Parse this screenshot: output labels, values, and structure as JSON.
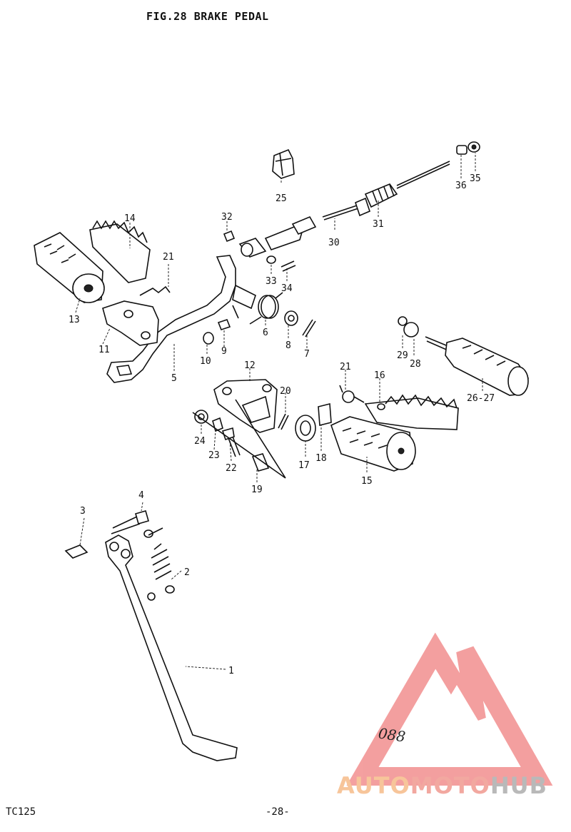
{
  "header": {
    "title": "FIG.28  BRAKE PEDAL"
  },
  "footer": {
    "model": "TC125",
    "page": "-28-"
  },
  "note": {
    "handwritten": "088"
  },
  "watermark": {
    "brand_part1": "AUTO",
    "brand_part2": "MOTO",
    "brand_part3": "HUB",
    "colors": {
      "auto": "#f7c59a",
      "moto": "#f2a8a0",
      "hub": "#b9b9b9",
      "logo": "#f08080"
    }
  },
  "parts": {
    "p1": "1",
    "p2": "2",
    "p3": "3",
    "p4": "4",
    "p5": "5",
    "p6": "6",
    "p7": "7",
    "p8": "8",
    "p9": "9",
    "p10": "10",
    "p11": "11",
    "p12": "12",
    "p13": "13",
    "p14": "14",
    "p15": "15",
    "p16": "16",
    "p17": "17",
    "p18": "18",
    "p19": "19",
    "p20": "20",
    "p21a": "21",
    "p21b": "21",
    "p22": "22",
    "p23": "23",
    "p24": "24",
    "p25": "25",
    "p2627": "26-27",
    "p28": "28",
    "p29": "29",
    "p30": "30",
    "p31": "31",
    "p32": "32",
    "p33": "33",
    "p34": "34",
    "p35": "35",
    "p36": "36"
  }
}
